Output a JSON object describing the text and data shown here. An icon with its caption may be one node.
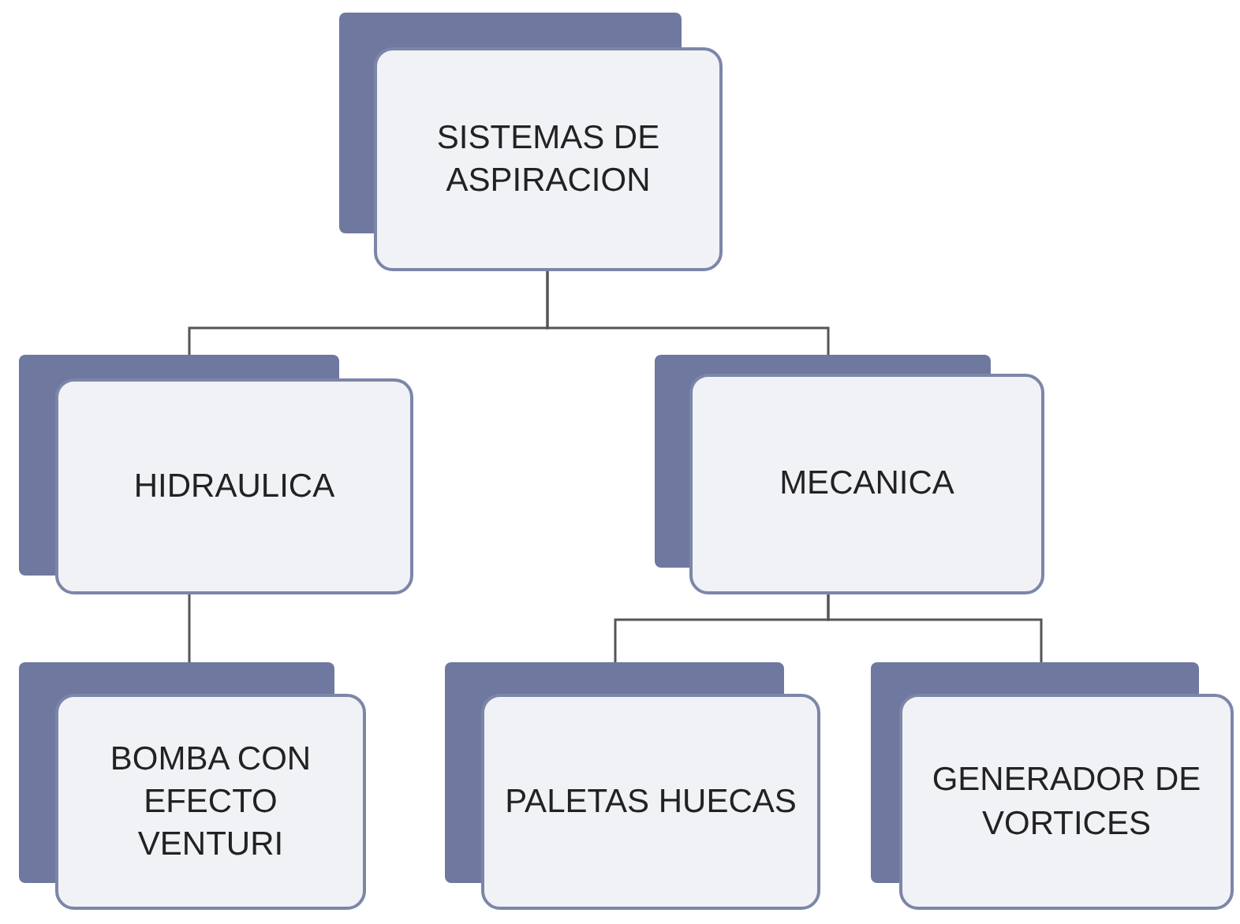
{
  "diagram": {
    "nodes": [
      {
        "text": [
          "SISTEMAS DE ASPIRACION"
        ]
      },
      {
        "text": [
          "HIDRAULICA"
        ]
      },
      {
        "text": [
          "MECANICA"
        ]
      },
      {
        "text": [
          "BOMBA CON EFECTO VENTURI"
        ]
      },
      {
        "text": [
          "PALETAS HUECAS"
        ]
      },
      {
        "text": [
          "GENERADOR DE VORTICES"
        ]
      }
    ],
    "edges": [
      {
        "from": 0,
        "to": 1,
        "arrow": "none"
      },
      {
        "from": 0,
        "to": 2,
        "arrow": "none"
      },
      {
        "from": 1,
        "to": 3,
        "arrow": "none"
      },
      {
        "from": 2,
        "to": 4,
        "arrow": "none"
      },
      {
        "from": 2,
        "to": 5,
        "arrow": "none"
      }
    ]
  }
}
